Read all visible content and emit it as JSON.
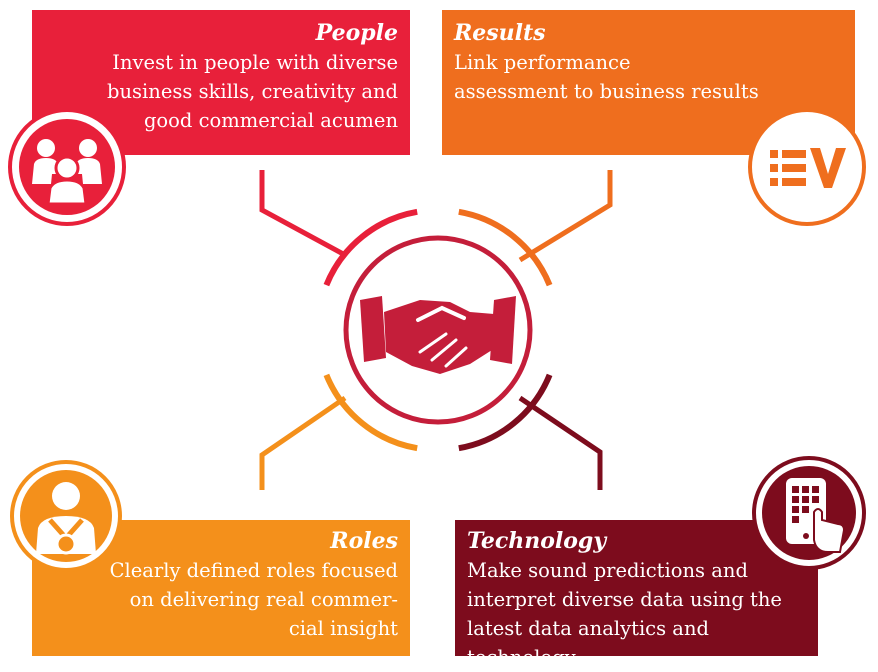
{
  "quadrants": {
    "people": {
      "title": "People",
      "lines": [
        "Invest in people with diverse",
        "business skills, creativity and",
        "good commercial acumen"
      ],
      "icon": "people-group-icon",
      "color": "#e8203a"
    },
    "results": {
      "title": "Results",
      "lines": [
        "Link performance",
        "assessment to business results"
      ],
      "icon": "results-checklist-icon",
      "color": "#ef6e1e"
    },
    "roles": {
      "title": "Roles",
      "lines": [
        "Clearly defined roles focused",
        "on delivering real commer-",
        "cial insight"
      ],
      "icon": "medal-person-icon",
      "color": "#f4901b"
    },
    "technology": {
      "title": "Technology",
      "lines": [
        "Make sound predictions and",
        "interpret diverse data using the",
        "latest data analytics and technology"
      ],
      "icon": "tablet-touch-icon",
      "color": "#7d0c1d"
    }
  },
  "center": {
    "icon": "handshake-icon",
    "color": "#c41e3a"
  }
}
